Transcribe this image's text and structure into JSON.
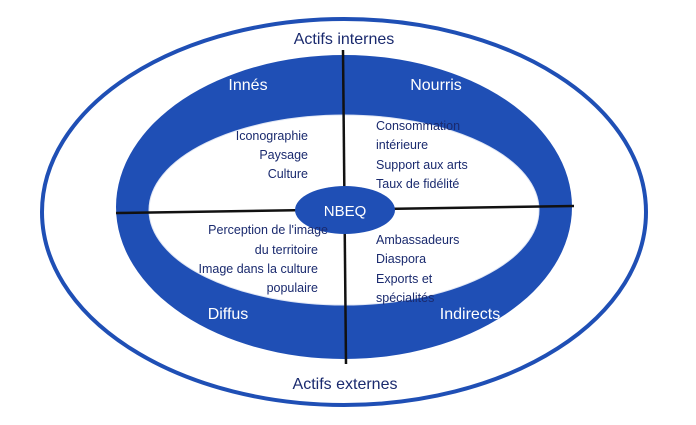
{
  "outer": {
    "top_label": "Actifs internes",
    "bottom_label": "Actifs externes"
  },
  "center": {
    "label": "NBEQ"
  },
  "quadrants": {
    "top_left": {
      "title": "Innés",
      "items": [
        "Iconographie",
        "Paysage",
        "Culture"
      ]
    },
    "top_right": {
      "title": "Nourris",
      "items": [
        "Consommation",
        "intérieure",
        "Support aux arts",
        "Taux de fidélité"
      ]
    },
    "bottom_left": {
      "title": "Diffus",
      "items": [
        "Perception de l'image",
        "du territoire",
        "Image dans  la culture",
        "populaire"
      ]
    },
    "bottom_right": {
      "title": "Indirects",
      "items": [
        "Ambassadeurs",
        "Diaspora",
        "Exports et",
        "spécialités"
      ]
    }
  },
  "colors": {
    "primary": "#1f4fb5",
    "text": "#1a2a6e",
    "line": "#111111",
    "background": "#ffffff"
  }
}
